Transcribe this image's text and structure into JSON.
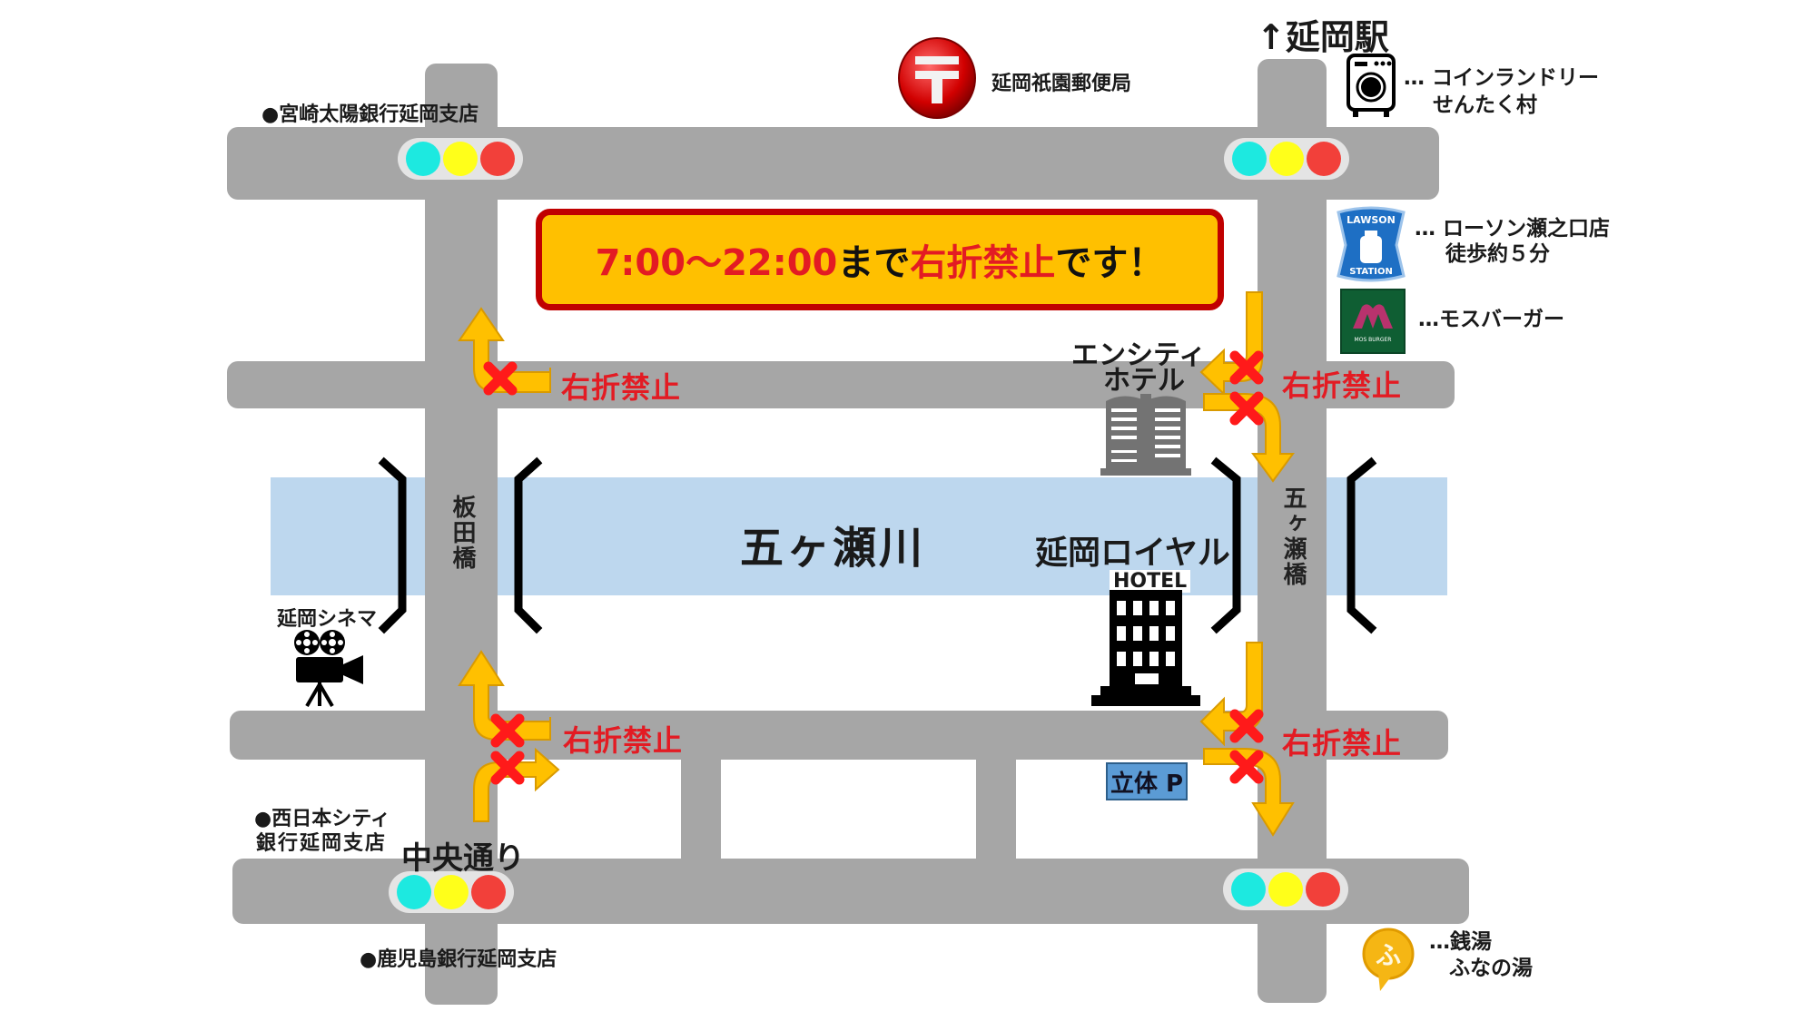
{
  "map": {
    "station": {
      "arrow": "↑",
      "label": "延岡駅"
    },
    "banner": {
      "time_range": "7:00～22:00",
      "mid": " まで",
      "rule": "右折禁止",
      "end": "です！",
      "colors": {
        "fill": "#ffc000",
        "border": "#c00000",
        "accent_text": "#e31b23"
      }
    },
    "river": {
      "name": "五ヶ瀬川",
      "color": "#bdd7ee"
    },
    "bridges": {
      "left": "板田橋",
      "right": "五ヶ瀬橋"
    },
    "street": {
      "main": "中央通り"
    },
    "no_right_turn_label": "右折禁止",
    "landmarks": {
      "post_office": "延岡祇園郵便局",
      "bank_miyazaki_taiyo": "●宮崎太陽銀行延岡支店",
      "bank_nishinihon_city_line1": "●西日本シティ",
      "bank_nishinihon_city_line2": "銀行延岡支店",
      "bank_kagoshima": "●鹿児島銀行延岡支店",
      "cinema": "延岡シネマ",
      "encity_hotel_line1": "エンシティ",
      "encity_hotel_line2": "ホテル",
      "royal_hotel": "延岡ロイヤル",
      "hotel_sign": "HOTEL",
      "parking": "立体 P"
    },
    "legend": {
      "laundry_line1": "… コインランドリー",
      "laundry_line2": "せんたく村",
      "lawson_line1": "… ローソン瀬之口店",
      "lawson_line2": "徒歩約５分",
      "lawson_logo_top": "LAWSON",
      "lawson_logo_bottom": "STATION",
      "mos": "…モスバーガー",
      "mos_logo_text": "MOS BURGER",
      "bath_line1": "…銭湯",
      "bath_line2": "ふなの湯",
      "bath_icon_char": "ふ"
    },
    "signal_colors": {
      "green": "#1de9e0",
      "yellow": "#ffff1a",
      "red": "#f2403a"
    },
    "arrow_color": "#ffc000",
    "x_mark_color": "#ff1a1a",
    "road_color": "#a6a6a6"
  }
}
